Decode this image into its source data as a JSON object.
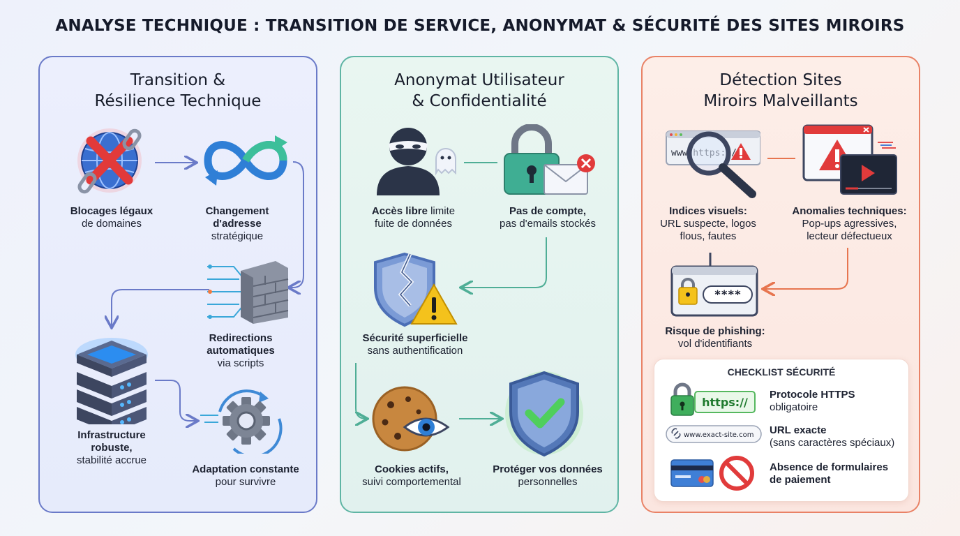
{
  "title": "ANALYSE TECHNIQUE : TRANSITION DE SERVICE, ANONYMAT & SÉCURITÉ DES SITES MIROIRS",
  "panels": {
    "transition": {
      "title_line1": "Transition &",
      "title_line2": "Résilience Technique",
      "items": {
        "blocages": {
          "bold": "Blocages légaux",
          "text": "de domaines",
          "icon": "broken-globe-icon"
        },
        "changement": {
          "bold1": "Changement",
          "bold2": "d'adresse",
          "text": "stratégique",
          "icon": "infinity-arrows-icon"
        },
        "redirections": {
          "bold1": "Redirections",
          "bold2": "automatiques",
          "text": "via scripts",
          "icon": "firewall-icon"
        },
        "infrastructure": {
          "bold1": "Infrastructure",
          "bold2": "robuste,",
          "text": "stabilité accrue",
          "icon": "server-stack-icon"
        },
        "adaptation": {
          "bold": "Adaptation constante",
          "text": "pour survivre",
          "icon": "gear-cycle-icon"
        }
      }
    },
    "anonymat": {
      "title_line1": "Anonymat Utilisateur",
      "title_line2": "& Confidentialité",
      "items": {
        "acces": {
          "bold": "Accès libre",
          "text_inline": "limite",
          "text": "fuite de données",
          "icon": "masked-user-icon"
        },
        "compte": {
          "bold": "Pas de compte,",
          "text": "pas d'emails stockés",
          "icon": "lock-email-icon"
        },
        "securite": {
          "bold": "Sécurité superficielle",
          "text": "sans authentification",
          "icon": "cracked-shield-icon"
        },
        "cookies": {
          "bold": "Cookies actifs,",
          "text": "suivi comportemental",
          "icon": "cookie-eye-icon"
        },
        "proteger": {
          "bold": "Protéger vos données",
          "text": "personnelles",
          "icon": "check-shield-icon"
        }
      }
    },
    "detection": {
      "title_line1": "Détection Sites",
      "title_line2": "Miroirs Malveillants",
      "items": {
        "indices": {
          "bold": "Indices visuels:",
          "text1": "URL suspecte, logos",
          "text2": "flous, fautes",
          "icon": "magnifier-url-icon",
          "url_text": "www.https://b"
        },
        "anomalies": {
          "bold": "Anomalies techniques:",
          "text1": "Pop-ups agressives,",
          "text2": "lecteur défectueux",
          "icon": "warning-popup-icon"
        },
        "phishing": {
          "bold": "Risque de phishing:",
          "text": "vol d'identifiants",
          "icon": "phishing-hook-icon",
          "password_mask": "****"
        }
      },
      "checklist": {
        "title": "CHECKLIST SÉCURITÉ",
        "items": [
          {
            "bold": "Protocole HTTPS",
            "text": "obligatoire",
            "badge": "https://",
            "icon": "https-lock-icon"
          },
          {
            "bold": "URL exacte",
            "text": "(sans caractères spéciaux)",
            "badge": "www.exact-site.com",
            "icon": "link-icon"
          },
          {
            "bold1": "Absence de formulaires",
            "bold2": "de paiement",
            "icon": "no-credit-card-icon"
          }
        ]
      }
    }
  },
  "colors": {
    "panel1": "#6a7ac8",
    "panel2": "#5fb5a4",
    "panel3": "#e98266"
  }
}
